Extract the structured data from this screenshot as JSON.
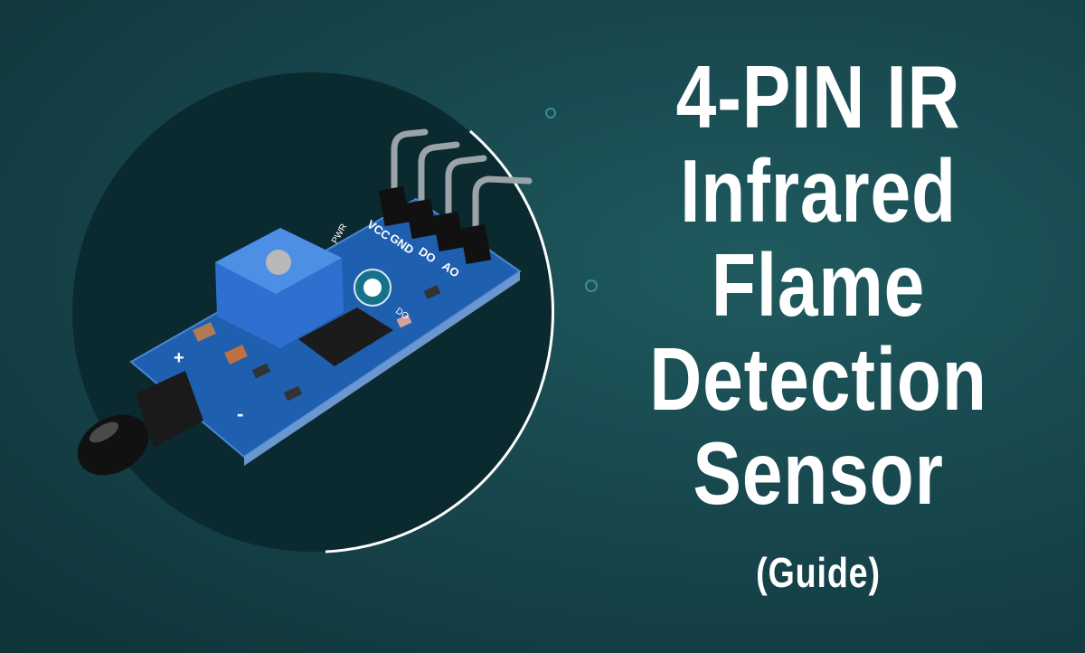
{
  "title": {
    "lines": [
      "4-PIN IR",
      "Infrared",
      "Flame",
      "Detection",
      "Sensor"
    ],
    "subtitle": "(Guide)"
  },
  "board": {
    "pin_labels": [
      "VCC",
      "GND",
      "DO",
      "AO"
    ],
    "led_labels": [
      "PWR",
      "DO"
    ],
    "polarity": [
      "+",
      "-"
    ]
  },
  "colors": {
    "background": "#17474d",
    "circle": "#0b2a30",
    "pcb": "#1f5fb0",
    "text": "#ffffff"
  }
}
